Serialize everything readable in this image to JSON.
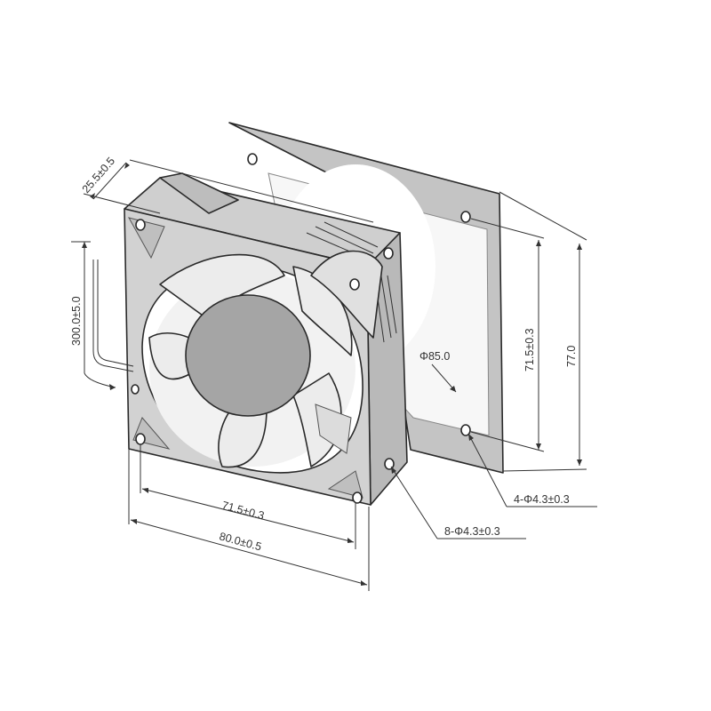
{
  "dimensions": {
    "fan_depth": "25.5±0.5",
    "cable_length": "300.0±5.0",
    "hole_spacing_front": "71.5±0.3",
    "frame_width": "80.0±0.5",
    "hole_spacing_gasket": "71.5±0.3",
    "gasket_height": "77.0",
    "opening_diameter": "Φ85.0",
    "gasket_holes": "4-Φ4.3±0.3",
    "frame_holes": "8-Φ4.3±0.3"
  },
  "colors": {
    "line": "#333333",
    "frame_face": "#d2d2d2",
    "frame_side": "#b9b9b9",
    "gasket": "#c4c4c4",
    "blade": "#ededed",
    "hub": "#a5a5a5",
    "background": "#ffffff"
  }
}
